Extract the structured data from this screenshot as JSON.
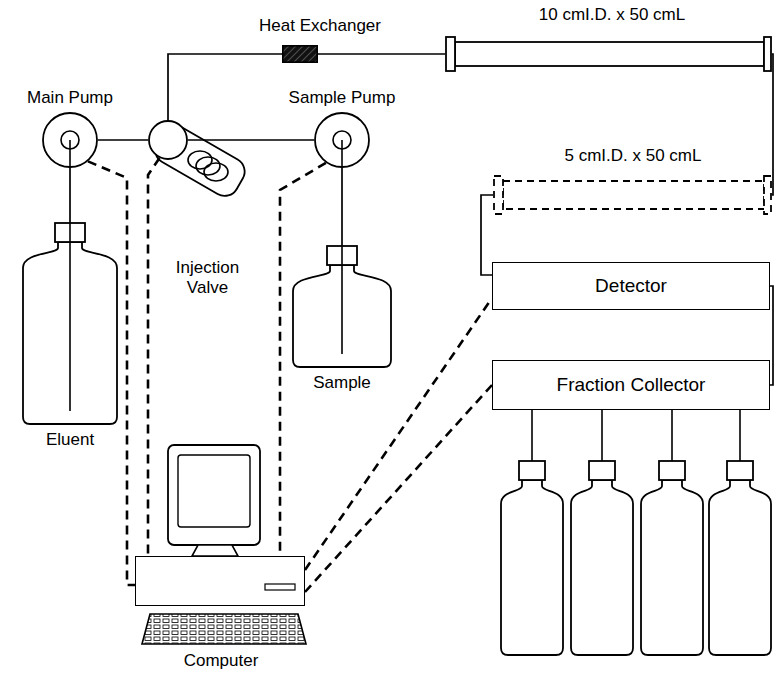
{
  "diagram": {
    "nodes": [
      {
        "text": [
          "Heat Exchanger"
        ]
      },
      {
        "text": [
          "10 cmI.D. x 50 cmL"
        ]
      },
      {
        "text": [
          "Main Pump"
        ]
      },
      {
        "text": [
          "Sample Pump"
        ]
      },
      {
        "text": [
          "5 cmI.D. x 50 cmL"
        ]
      },
      {
        "text": [
          "Injection Valve"
        ]
      },
      {
        "text": [
          "Detector"
        ]
      },
      {
        "text": [
          "Sample"
        ]
      },
      {
        "text": [
          "Fraction Collector"
        ]
      },
      {
        "text": [
          "Eluent"
        ]
      },
      {
        "text": [
          "Computer"
        ]
      }
    ],
    "edges": [
      {
        "from": 9,
        "to": 2,
        "arrow": "none"
      },
      {
        "from": 2,
        "to": 5,
        "arrow": "none"
      },
      {
        "from": 7,
        "to": 3,
        "arrow": "none"
      },
      {
        "from": 3,
        "to": 5,
        "arrow": "none"
      },
      {
        "from": 5,
        "to": 0,
        "arrow": "none"
      },
      {
        "from": 0,
        "to": 1,
        "arrow": "none"
      },
      {
        "from": 1,
        "to": 4,
        "arrow": "none"
      },
      {
        "from": 4,
        "to": 6,
        "arrow": "none"
      },
      {
        "from": 6,
        "to": 8,
        "arrow": "none"
      },
      {
        "from": 2,
        "to": 10,
        "arrow": "none"
      },
      {
        "from": 5,
        "to": 10,
        "arrow": "none"
      },
      {
        "from": 3,
        "to": 10,
        "arrow": "none"
      },
      {
        "from": 10,
        "to": 6,
        "arrow": "none"
      },
      {
        "from": 10,
        "to": 8,
        "arrow": "none"
      }
    ]
  }
}
